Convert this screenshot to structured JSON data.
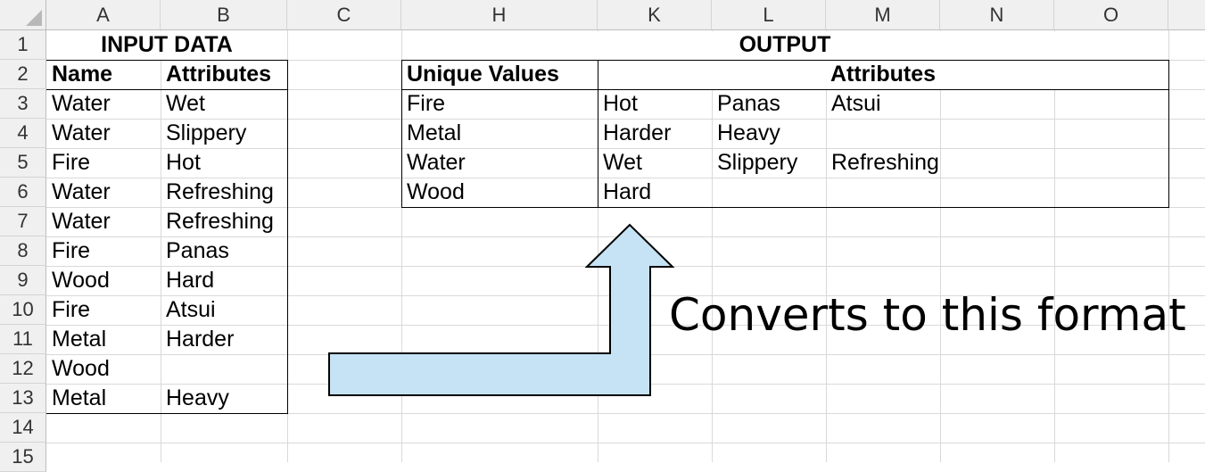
{
  "columns": [
    "A",
    "B",
    "C",
    "H",
    "K",
    "L",
    "M",
    "N",
    "O"
  ],
  "rows": [
    "1",
    "2",
    "3",
    "4",
    "5",
    "6",
    "7",
    "8",
    "9",
    "10",
    "11",
    "12",
    "13",
    "14",
    "15"
  ],
  "input": {
    "title": "INPUT DATA",
    "headers": [
      "Name",
      "Attributes"
    ],
    "rows": [
      [
        "Water",
        "Wet"
      ],
      [
        "Water",
        "Slippery"
      ],
      [
        "Fire",
        "Hot"
      ],
      [
        "Water",
        "Refreshing"
      ],
      [
        "Water",
        "Refreshing"
      ],
      [
        "Fire",
        "Panas"
      ],
      [
        "Wood",
        "Hard"
      ],
      [
        "Fire",
        "Atsui"
      ],
      [
        "Metal",
        "Harder"
      ],
      [
        "Wood",
        ""
      ],
      [
        "Metal",
        "Heavy"
      ]
    ]
  },
  "output": {
    "title": "OUTPUT",
    "headers": [
      "Unique Values",
      "Attributes"
    ],
    "rows": [
      [
        "Fire",
        "Hot",
        "Panas",
        "Atsui"
      ],
      [
        "Metal",
        "Harder",
        "Heavy",
        ""
      ],
      [
        "Water",
        "Wet",
        "Slippery",
        "Refreshing"
      ],
      [
        "Wood",
        "Hard",
        "",
        ""
      ]
    ]
  },
  "callout_text": "Converts to this format",
  "colors": {
    "arrow_fill": "#c5e3f4",
    "header_bg": "#f0f0f0",
    "gridline": "#d9d9d9"
  }
}
